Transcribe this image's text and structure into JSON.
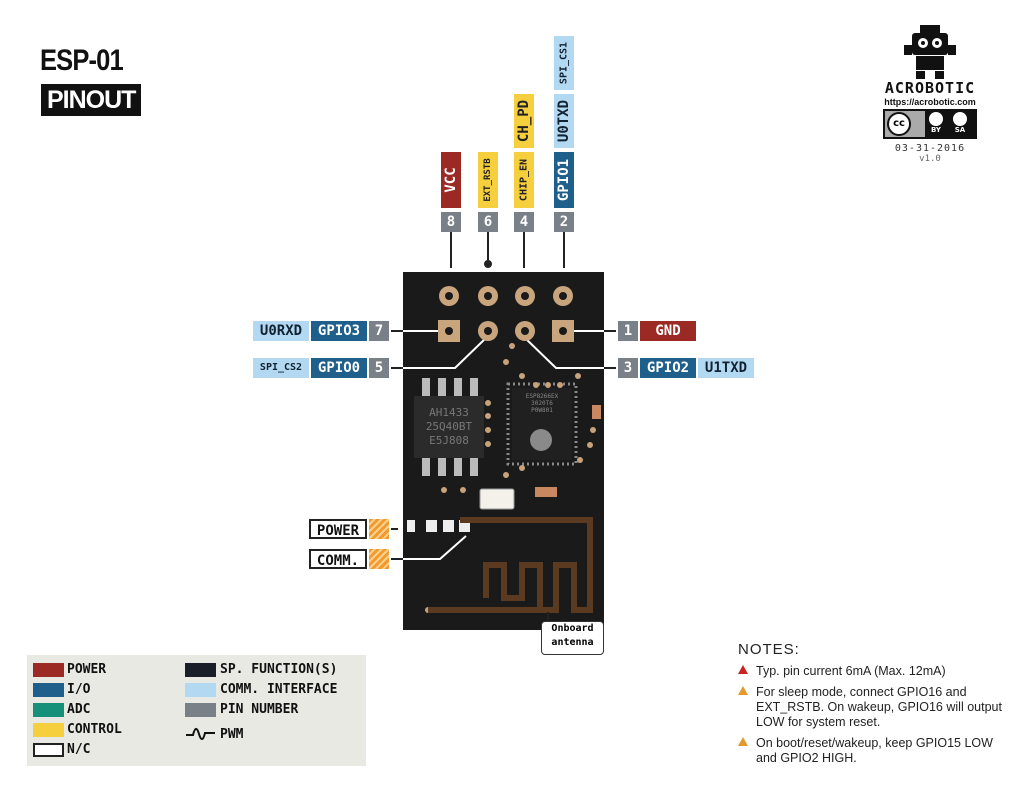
{
  "header": {
    "title": "ESP-01",
    "subtitle": "PINOUT"
  },
  "top_pins": [
    {
      "number": "8",
      "name": "VCC",
      "type": "power"
    },
    {
      "number": "6",
      "name": "EXT_RSTB",
      "type": "control"
    },
    {
      "number": "4",
      "name": "CHIP_EN",
      "extra": "CH_PD",
      "type": "control"
    },
    {
      "number": "2",
      "name": "GPIO1",
      "extra": "U0TXD",
      "extra2": "SPI_CS1",
      "type": "io"
    }
  ],
  "side_pins": {
    "pin7": {
      "number": "7",
      "gpio": "GPIO3",
      "comm": "U0RXD"
    },
    "pin5": {
      "number": "5",
      "gpio": "GPIO0",
      "comm": "SPI_CS2"
    },
    "pin1": {
      "number": "1",
      "name": "GND"
    },
    "pin3": {
      "number": "3",
      "gpio": "GPIO2",
      "comm": "U1TXD"
    }
  },
  "board": {
    "flash_chip": [
      "AH1433",
      "25Q40BT",
      "E5J808"
    ],
    "soc_chip": [
      "ESP8266EX",
      "3020T6",
      "P0W801"
    ],
    "leds": {
      "power": "POWER",
      "comm": "COMM."
    },
    "antenna_label": [
      "Onboard",
      "antenna"
    ]
  },
  "legend": {
    "items": [
      {
        "label": "POWER",
        "color": "#9b2a24"
      },
      {
        "label": "I/O",
        "color": "#1f5f8b"
      },
      {
        "label": "ADC",
        "color": "#17907a"
      },
      {
        "label": "CONTROL",
        "color": "#f6cf3f"
      },
      {
        "label": "N/C",
        "color": "#ffffff"
      },
      {
        "label": "SP. FUNCTION(S)",
        "color": "#1a1e28"
      },
      {
        "label": "COMM. INTERFACE",
        "color": "#b3d9f2"
      },
      {
        "label": "PIN NUMBER",
        "color": "#7a8088"
      },
      {
        "label": "PWM",
        "icon": "pwm-wave-icon"
      }
    ]
  },
  "notes": {
    "heading": "NOTES:",
    "items": [
      {
        "text": "Typ. pin current 6mA (Max. 12mA)",
        "icon": "warning-red-icon"
      },
      {
        "text": "For sleep mode, connect GPIO16 and EXT_RSTB. On wakeup, GPIO16 will output LOW for system reset.",
        "icon": "warning-orange-icon"
      },
      {
        "text": "On boot/reset/wakeup, keep GPIO15 LOW and GPIO2 HIGH.",
        "icon": "warning-orange-icon"
      }
    ]
  },
  "logo": {
    "brand": "ACROBOTIC",
    "url": "https://acrobotic.com",
    "license": [
      "BY",
      "SA"
    ],
    "date": "03-31-2016",
    "version": "v1.0"
  }
}
